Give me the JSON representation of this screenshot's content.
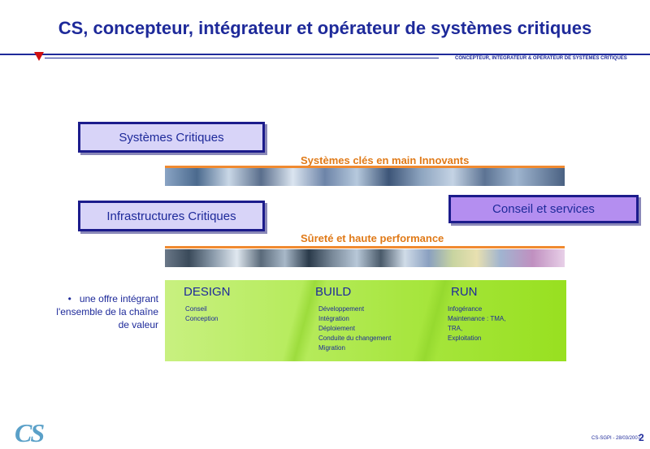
{
  "header": {
    "title": "CS, concepteur, intégrateur et opérateur de systèmes critiques",
    "subtitle": "CONCEPTEUR, INTEGRATEUR & OPERATEUR DE SYSTEMES CRITIQUES"
  },
  "boxes": {
    "systemes_critiques": "Systèmes Critiques",
    "infrastructures_critiques": "Infrastructures Critiques",
    "conseil_services": "Conseil et services"
  },
  "bands": {
    "band1_label": "Systèmes clés en main Innovants",
    "band2_label": "Sûreté et haute performance"
  },
  "offer": {
    "bullet": "•",
    "line1": "une offre intégrant",
    "line2": "l'ensemble de la chaîne",
    "line3": "de valeur"
  },
  "phases": {
    "design": {
      "title": "DESIGN",
      "items": [
        "Conseil",
        "Conception"
      ]
    },
    "build": {
      "title": "BUILD",
      "items": [
        "Développement",
        "Intégration",
        "Déploiement",
        "Conduite du changement",
        "Migration"
      ]
    },
    "run": {
      "title": "RUN",
      "items": [
        "Infogérance",
        "Maintenance : TMA,",
        "TRA,",
        "Exploitation"
      ]
    }
  },
  "footer": {
    "ref": "CS-SGPI - 28/03/2007 -",
    "page": "2",
    "logo": "CS"
  },
  "colors": {
    "primary": "#1e2a9a",
    "accent_orange": "#e07a18",
    "marker_red": "#d01010",
    "box_fill": "#d8d4f8",
    "service_fill": "#b48ef0",
    "green": "#a8e640"
  }
}
